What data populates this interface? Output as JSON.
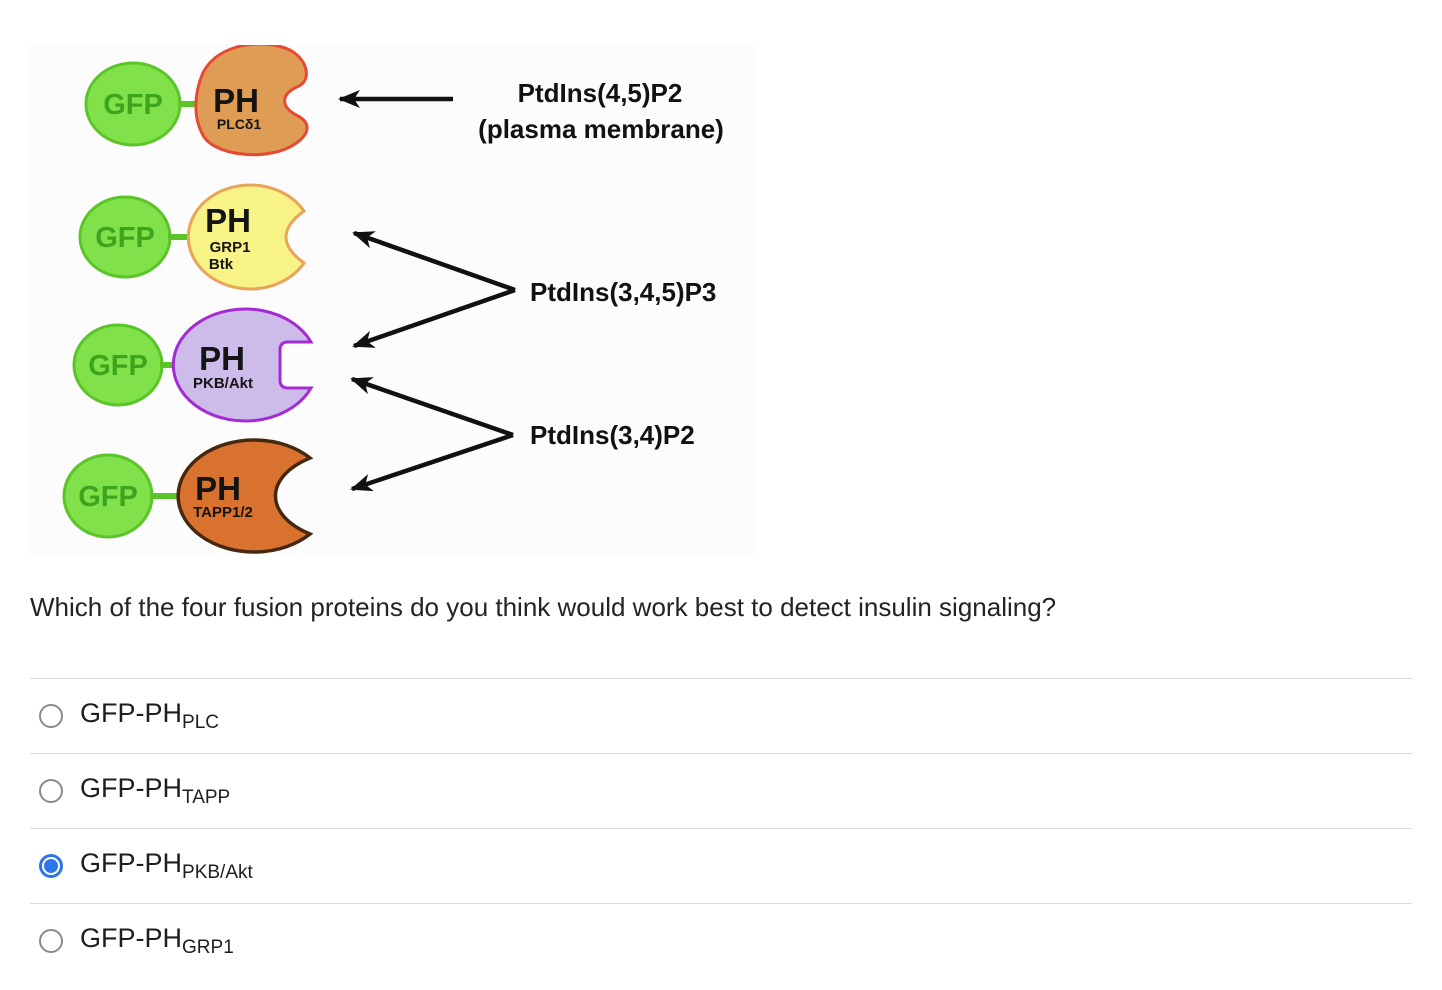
{
  "diagram": {
    "rows": [
      {
        "gfp": "GFP",
        "ph": "PH",
        "sub1": "PLCδ1",
        "sub2": ""
      },
      {
        "gfp": "GFP",
        "ph": "PH",
        "sub1": "GRP1",
        "sub2": "Btk"
      },
      {
        "gfp": "GFP",
        "ph": "PH",
        "sub1": "PKB/Akt",
        "sub2": ""
      },
      {
        "gfp": "GFP",
        "ph": "PH",
        "sub1": "TAPP1/2",
        "sub2": ""
      }
    ],
    "membrane_label_line1": "PtdIns(4,5)P2",
    "membrane_label_line2": "(plasma membrane)",
    "pip3_label": "PtdIns(3,4,5)P3",
    "pi34p2_label": "PtdIns(3,4)P2"
  },
  "question": {
    "text": "Which of the four fusion proteins do you think would work best to detect insulin signaling?"
  },
  "options": [
    {
      "label": "GFP-PH",
      "sub": "PLC",
      "selected": false
    },
    {
      "label": "GFP-PH",
      "sub": "TAPP",
      "selected": false
    },
    {
      "label": "GFP-PH",
      "sub": "PKB/Akt",
      "selected": true
    },
    {
      "label": "GFP-PH",
      "sub": "GRP1",
      "selected": false
    }
  ],
  "colors": {
    "gfp_fill": "#80E14A",
    "gfp_stroke": "#5BC428",
    "gfp_text": "#3CA51D",
    "ph1_fill": "#DE9C55",
    "ph1_stroke": "#E64A33",
    "ph2_fill": "#F8F386",
    "ph2_stroke": "#E9A35A",
    "ph3_fill": "#CDBCEA",
    "ph3_stroke": "#A42BD4",
    "ph4_fill": "#D9722E",
    "ph4_stroke": "#46280F",
    "arrow": "#111111",
    "radio_selected": "#2E75EA",
    "radio_border": "#8a8a8a",
    "divider": "#dbdbdb",
    "question_text": "#232323",
    "option_text": "#1e1e1e",
    "diagram_bg": "#fcfcfc"
  }
}
